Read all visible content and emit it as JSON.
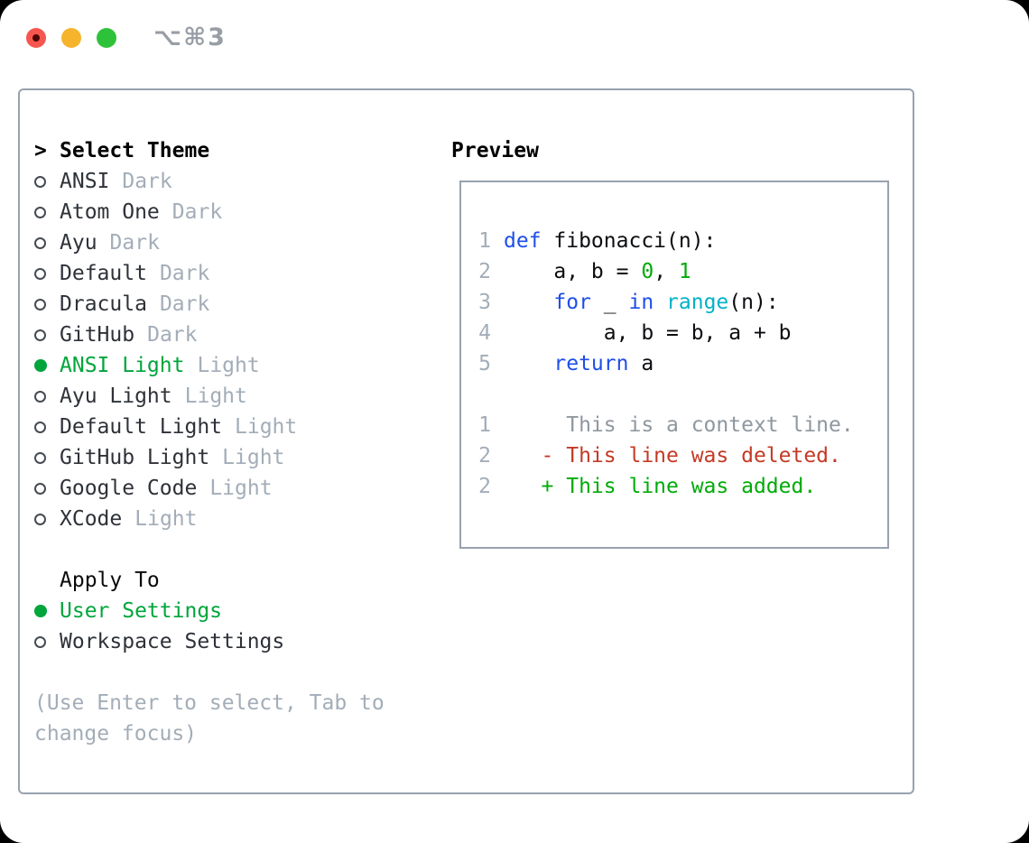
{
  "titlebar": {
    "shortcut": "⌥⌘3"
  },
  "picker": {
    "prompt": ">",
    "title": "Select Theme",
    "themes": [
      {
        "name": "ANSI",
        "variant": "Dark",
        "selected": false
      },
      {
        "name": "Atom One",
        "variant": "Dark",
        "selected": false
      },
      {
        "name": "Ayu",
        "variant": "Dark",
        "selected": false
      },
      {
        "name": "Default",
        "variant": "Dark",
        "selected": false
      },
      {
        "name": "Dracula",
        "variant": "Dark",
        "selected": false
      },
      {
        "name": "GitHub",
        "variant": "Dark",
        "selected": false
      },
      {
        "name": "ANSI Light",
        "variant": "Light",
        "selected": true
      },
      {
        "name": "Ayu Light",
        "variant": "Light",
        "selected": false
      },
      {
        "name": "Default Light",
        "variant": "Light",
        "selected": false
      },
      {
        "name": "GitHub Light",
        "variant": "Light",
        "selected": false
      },
      {
        "name": "Google Code",
        "variant": "Light",
        "selected": false
      },
      {
        "name": "XCode",
        "variant": "Light",
        "selected": false
      }
    ],
    "apply_to": {
      "title": "Apply To",
      "options": [
        {
          "label": "User Settings",
          "selected": true
        },
        {
          "label": "Workspace Settings",
          "selected": false
        }
      ]
    },
    "help": "(Use Enter to select, Tab to change focus)"
  },
  "preview": {
    "title": "Preview",
    "lines": [
      {
        "num": "1",
        "tokens": [
          {
            "text": "def",
            "style": "keyword"
          },
          {
            "text": " fibonacci(n):",
            "style": "plain"
          }
        ]
      },
      {
        "num": "2",
        "tokens": [
          {
            "text": "    a, b = ",
            "style": "plain"
          },
          {
            "text": "0",
            "style": "number"
          },
          {
            "text": ", ",
            "style": "plain"
          },
          {
            "text": "1",
            "style": "number"
          }
        ]
      },
      {
        "num": "3",
        "tokens": [
          {
            "text": "    ",
            "style": "plain"
          },
          {
            "text": "for",
            "style": "keyword"
          },
          {
            "text": " _ ",
            "style": "plain"
          },
          {
            "text": "in",
            "style": "keyword"
          },
          {
            "text": " ",
            "style": "plain"
          },
          {
            "text": "range",
            "style": "builtin"
          },
          {
            "text": "(n):",
            "style": "plain"
          }
        ]
      },
      {
        "num": "4",
        "tokens": [
          {
            "text": "        a, b = b, a + b",
            "style": "plain"
          }
        ]
      },
      {
        "num": "5",
        "tokens": [
          {
            "text": "    ",
            "style": "plain"
          },
          {
            "text": "return",
            "style": "keyword"
          },
          {
            "text": " a",
            "style": "plain"
          }
        ]
      },
      {
        "num": "",
        "tokens": []
      },
      {
        "num": "1",
        "tokens": [
          {
            "text": "     This is a context line.",
            "style": "context"
          }
        ]
      },
      {
        "num": "2",
        "tokens": [
          {
            "text": "   - This line was deleted.",
            "style": "deleted"
          }
        ]
      },
      {
        "num": "2",
        "tokens": [
          {
            "text": "   + This line was added.",
            "style": "added"
          }
        ]
      }
    ]
  },
  "colors": {
    "selection_green": "#00a53c",
    "code_green": "#00ab08",
    "deleted_red": "#c43a26",
    "keyword_blue": "#1e4ee8",
    "builtin_cyan": "#00b2c8",
    "text_dark": "#2e3238",
    "muted_gray": "#a3adb8",
    "context_gray": "#8f979f",
    "border_gray": "#98a2ae",
    "traffic_red": "#f6564f",
    "traffic_yellow": "#f6b32c",
    "traffic_green": "#2ec23b",
    "shortcut_gray": "#989ea6"
  }
}
